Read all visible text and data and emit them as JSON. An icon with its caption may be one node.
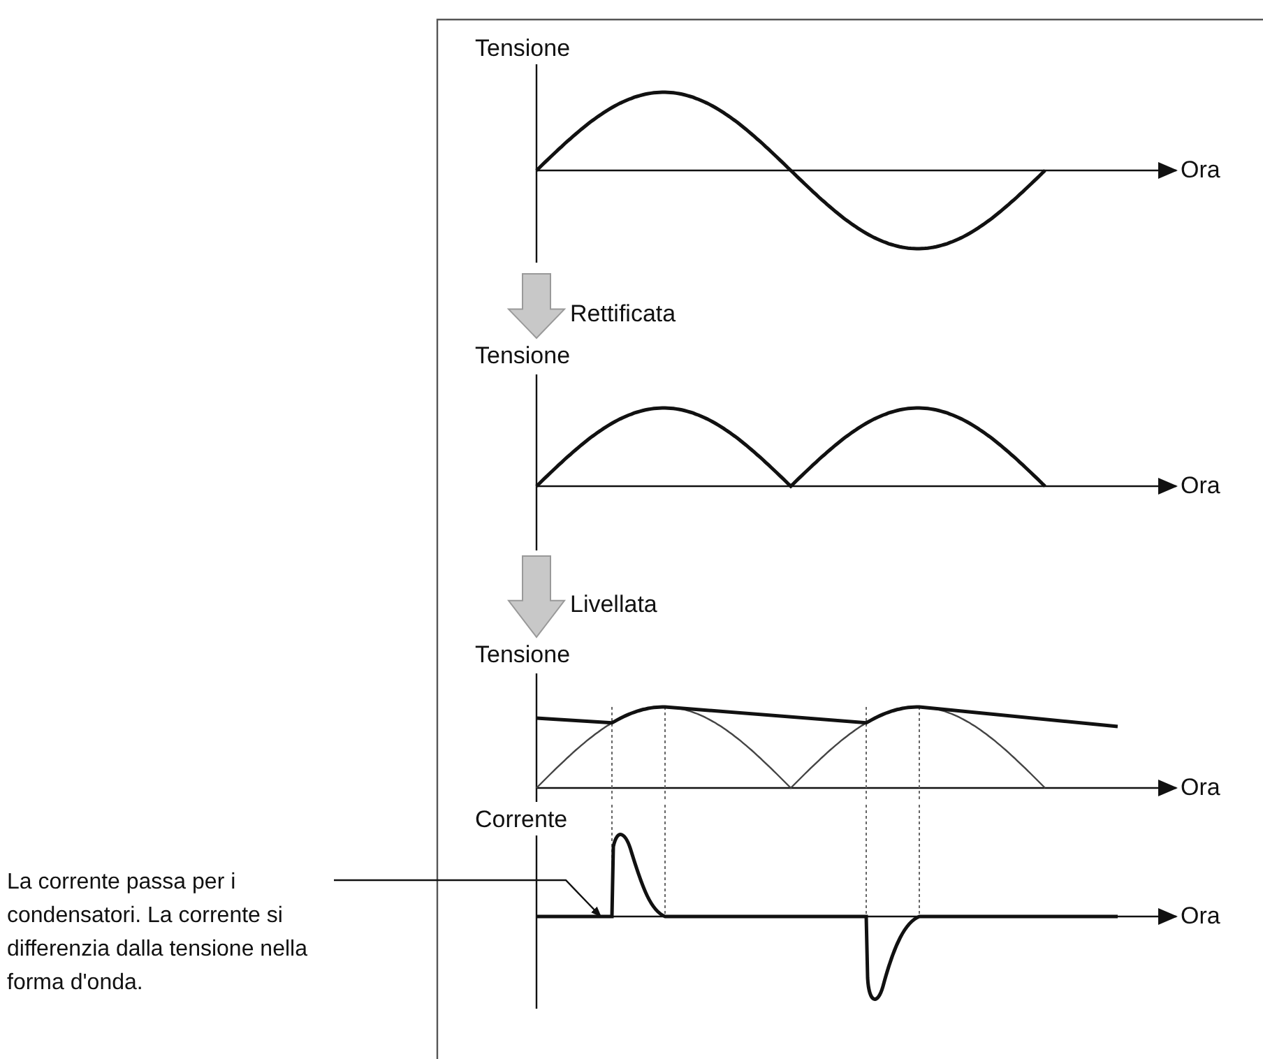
{
  "diagram": {
    "nodes": [
      {
        "text": [
          "La corrente passa per i condensatori. La corrente si differenzia dalla tensione nella forma d'onda."
        ]
      },
      {
        "text": [
          "Tensione",
          "Ora"
        ]
      },
      {
        "text": [
          "Tensione",
          "Ora"
        ]
      },
      {
        "text": [
          "Tensione",
          "Ora"
        ]
      },
      {
        "text": [
          "Corrente",
          "Ora"
        ]
      }
    ],
    "edges": [
      {
        "from": 1,
        "to": 2,
        "arrow": "to",
        "label": "Rettificata",
        "style": "thick"
      },
      {
        "from": 2,
        "to": 3,
        "arrow": "to",
        "label": "Livellata",
        "style": "thick"
      },
      {
        "from": 0,
        "to": 4,
        "arrow": "to"
      }
    ]
  }
}
